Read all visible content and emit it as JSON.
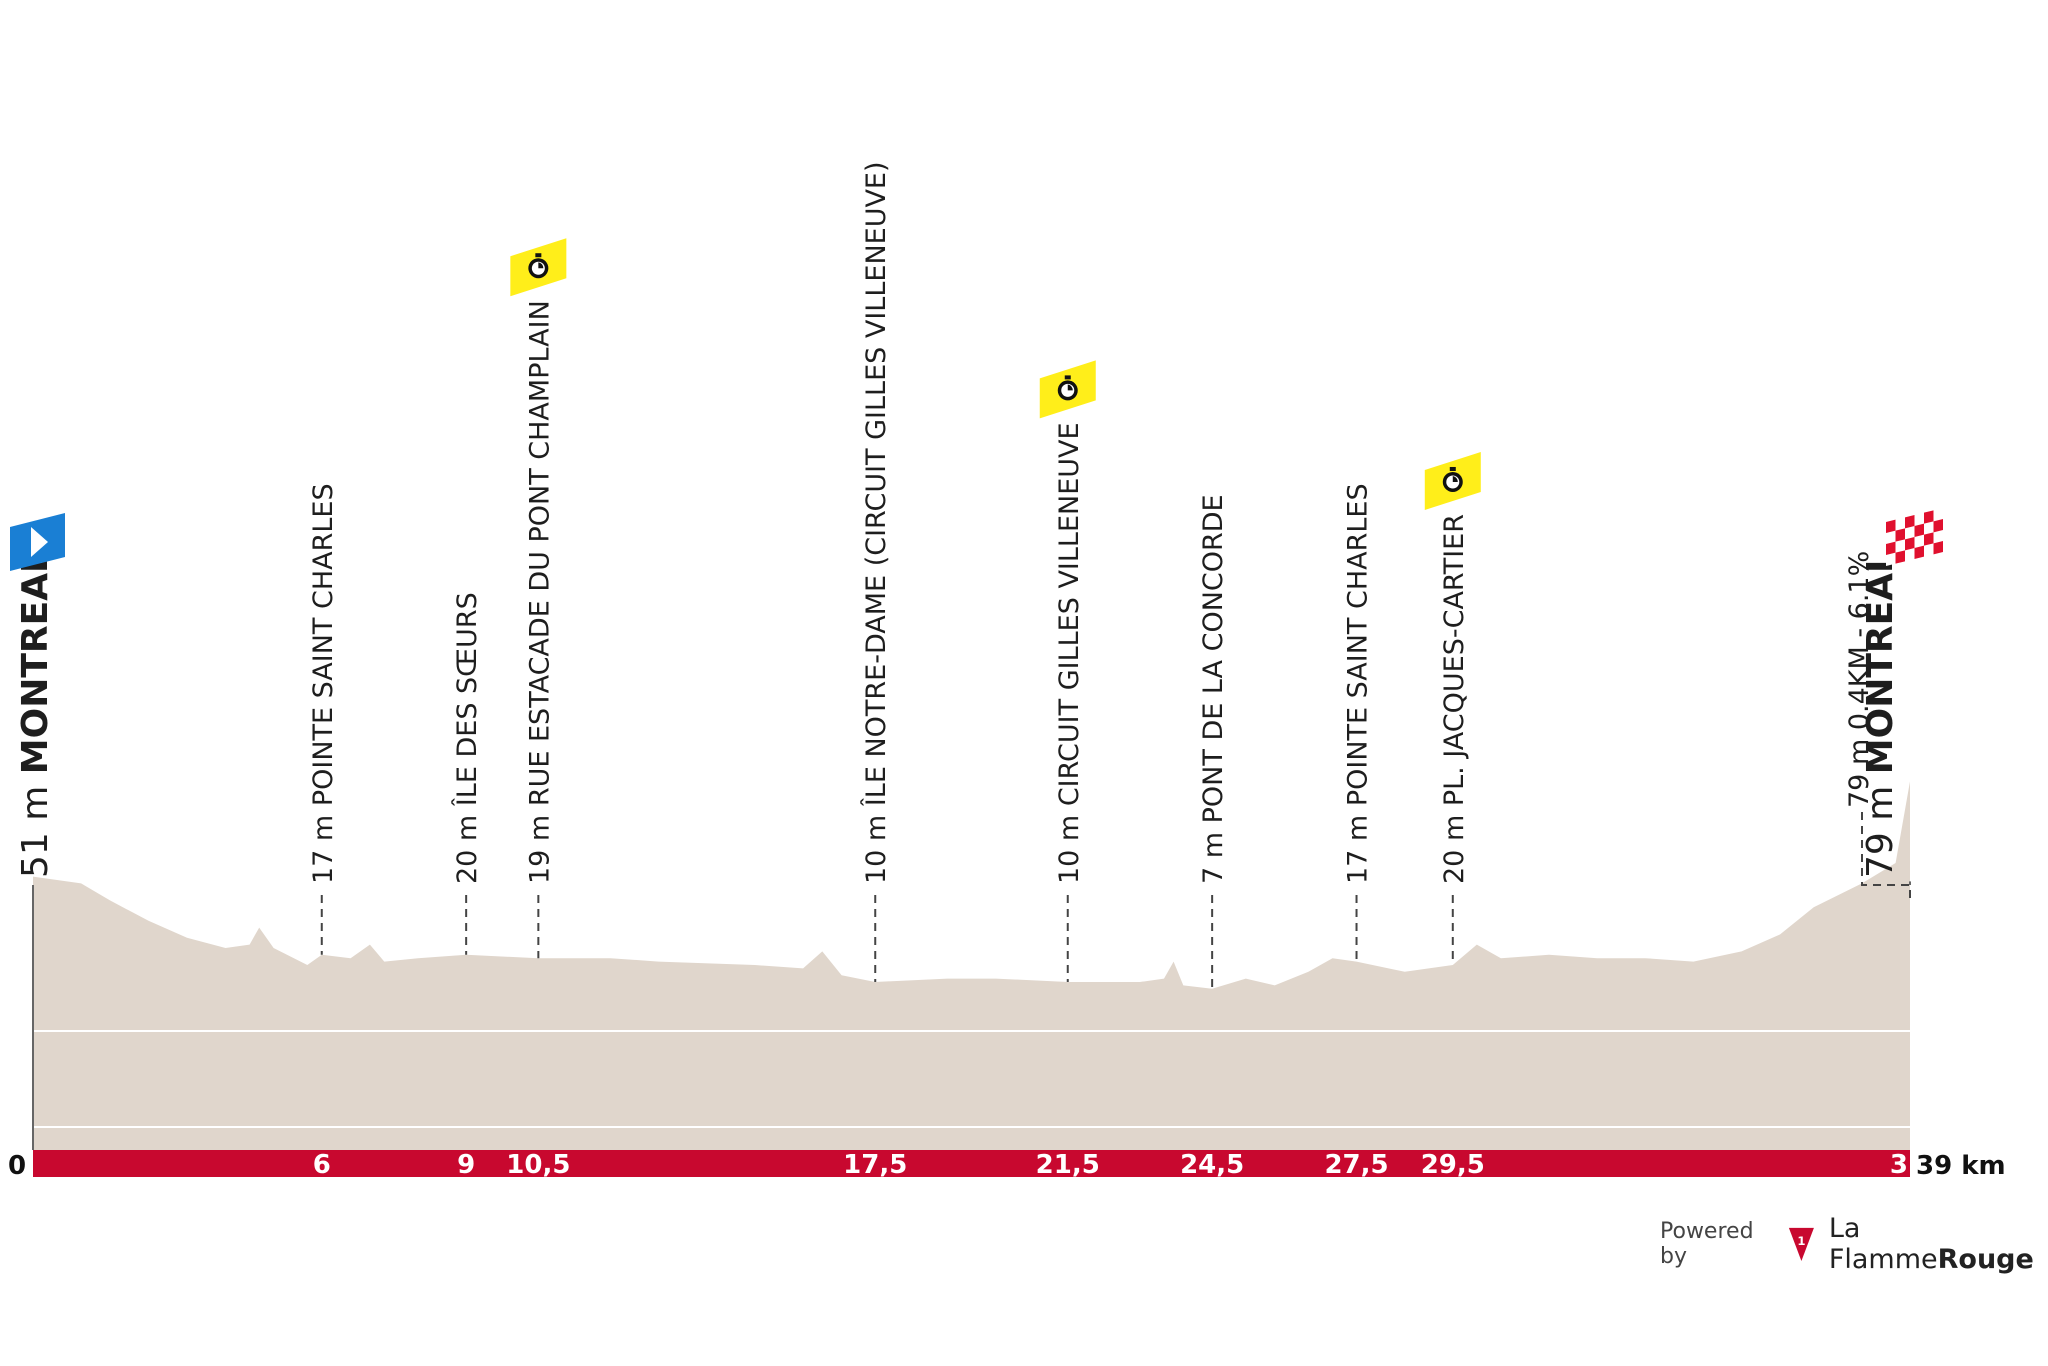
{
  "chart_data": {
    "type": "area",
    "xlabel": "",
    "ylabel": "",
    "unit": "km",
    "xlim": [
      0,
      39
    ],
    "start": {
      "name": "MONTREAL",
      "altitude": "51 m",
      "km_label": "0"
    },
    "finish": {
      "name": "MONTREAL",
      "altitude": "79 m",
      "km_label": "39 km",
      "km_tick_partial": "3"
    },
    "final_climb": {
      "label": "79 m 0.4KM - 6.1%"
    },
    "waypoints": [
      {
        "km": 6,
        "km_label": "6",
        "altitude": "17 m",
        "name": "POINTE SAINT CHARLES",
        "sprint": false
      },
      {
        "km": 9,
        "km_label": "9",
        "altitude": "20 m",
        "name": "ÎLE DES SŒURS",
        "sprint": false
      },
      {
        "km": 10.5,
        "km_label": "10,5",
        "altitude": "19 m",
        "name": "RUE ESTACADE DU PONT CHAMPLAIN",
        "sprint": true
      },
      {
        "km": 17.5,
        "km_label": "17,5",
        "altitude": "10 m",
        "name": "ÎLE NOTRE-DAME (CIRCUIT GILLES VILLENEUVE)",
        "sprint": false
      },
      {
        "km": 21.5,
        "km_label": "21,5",
        "altitude": "10 m",
        "name": "CIRCUIT GILLES VILLENEUVE",
        "sprint": true
      },
      {
        "km": 24.5,
        "km_label": "24,5",
        "altitude": "7 m",
        "name": "PONT DE LA CONCORDE",
        "sprint": false
      },
      {
        "km": 27.5,
        "km_label": "27,5",
        "altitude": "17 m",
        "name": "POINTE SAINT CHARLES",
        "sprint": false
      },
      {
        "km": 29.5,
        "km_label": "29,5",
        "altitude": "20 m",
        "name": "PL. JACQUES-CARTIER",
        "sprint": true
      }
    ],
    "profile": [
      [
        0,
        51
      ],
      [
        1,
        49
      ],
      [
        1.6,
        44
      ],
      [
        2.4,
        38
      ],
      [
        3.2,
        33
      ],
      [
        4,
        30
      ],
      [
        4.5,
        31
      ],
      [
        4.7,
        36
      ],
      [
        5.0,
        30
      ],
      [
        5.7,
        25
      ],
      [
        6,
        28
      ],
      [
        6.6,
        27
      ],
      [
        7.0,
        31
      ],
      [
        7.3,
        26
      ],
      [
        8,
        27
      ],
      [
        9,
        28
      ],
      [
        10.5,
        27
      ],
      [
        12,
        27
      ],
      [
        13,
        26
      ],
      [
        15,
        25
      ],
      [
        16,
        24
      ],
      [
        16.4,
        29
      ],
      [
        16.8,
        22
      ],
      [
        17.5,
        20
      ],
      [
        19,
        21
      ],
      [
        20,
        21
      ],
      [
        21.5,
        20
      ],
      [
        23,
        20
      ],
      [
        23.5,
        21
      ],
      [
        23.7,
        26
      ],
      [
        23.9,
        19
      ],
      [
        24.5,
        18
      ],
      [
        25.2,
        21
      ],
      [
        25.8,
        19
      ],
      [
        26.5,
        23
      ],
      [
        27,
        27
      ],
      [
        27.5,
        26
      ],
      [
        28.5,
        23
      ],
      [
        29.5,
        25
      ],
      [
        30,
        31
      ],
      [
        30.5,
        27
      ],
      [
        31.5,
        28
      ],
      [
        32.5,
        27
      ],
      [
        33.5,
        27
      ],
      [
        34.5,
        26
      ],
      [
        35.5,
        29
      ],
      [
        36.3,
        34
      ],
      [
        37,
        42
      ],
      [
        38,
        49
      ],
      [
        38.7,
        55
      ],
      [
        39,
        79
      ]
    ]
  },
  "icons": {
    "start": "start-flag-icon",
    "finish": "finish-flag-icon",
    "sprint": "stopwatch-icon"
  },
  "colors": {
    "profile_fill": "#e0d6cc",
    "distance_bar": "#c8082f",
    "sprint_flag": "#ffee1a",
    "start_flag": "#1a7fd4",
    "finish_flag": "#e0102e"
  },
  "branding": {
    "powered_by": "Powered by",
    "name_part1": "La Flamme",
    "name_part2": "Rouge"
  }
}
